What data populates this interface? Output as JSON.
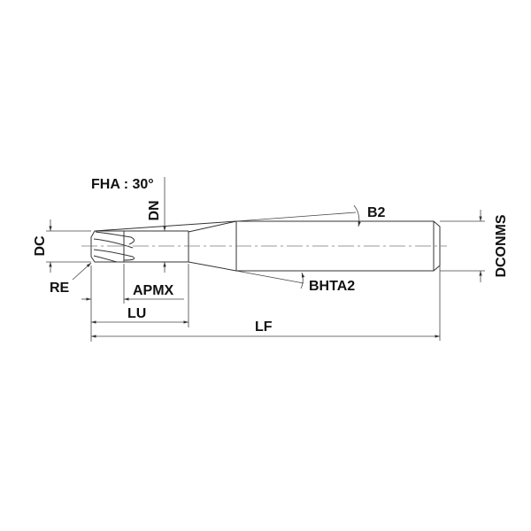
{
  "drawing": {
    "title": "End mill dimension drawing",
    "labels": {
      "fha": "FHA : 30°",
      "dn": "DN",
      "dc": "DC",
      "re": "RE",
      "apmx": "APMX",
      "lu": "LU",
      "lf": "LF",
      "b2": "B2",
      "bhta2": "BHTA2",
      "dconms": "DCONMS"
    }
  }
}
